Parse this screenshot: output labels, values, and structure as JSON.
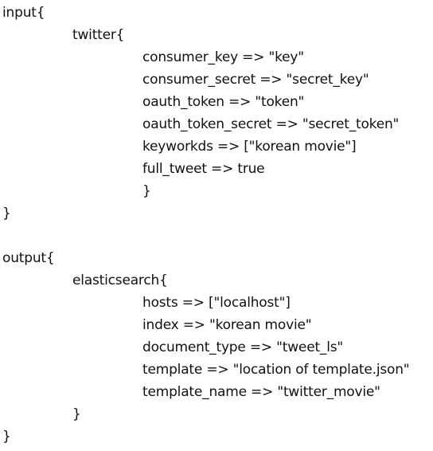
{
  "document": {
    "input_block": {
      "open": "input{",
      "plugin": {
        "open": "twitter{",
        "settings": [
          "consumer_key => \"key\"",
          "consumer_secret => \"secret_key\"",
          "oauth_token => \"token\"",
          "oauth_token_secret => \"secret_token\"",
          "keyworkds => [\"korean movie\"]",
          "full_tweet => true"
        ],
        "close": "}"
      },
      "close": "}"
    },
    "output_block": {
      "open": "output{",
      "plugin": {
        "open": "elasticsearch{",
        "settings": [
          "hosts => [\"localhost\"]",
          "index => \"korean movie\"",
          "document_type => \"tweet_ls\"",
          "template => \"location of template.json\"",
          "template_name => \"twitter_movie\""
        ],
        "close": "}"
      },
      "close": "}"
    }
  }
}
